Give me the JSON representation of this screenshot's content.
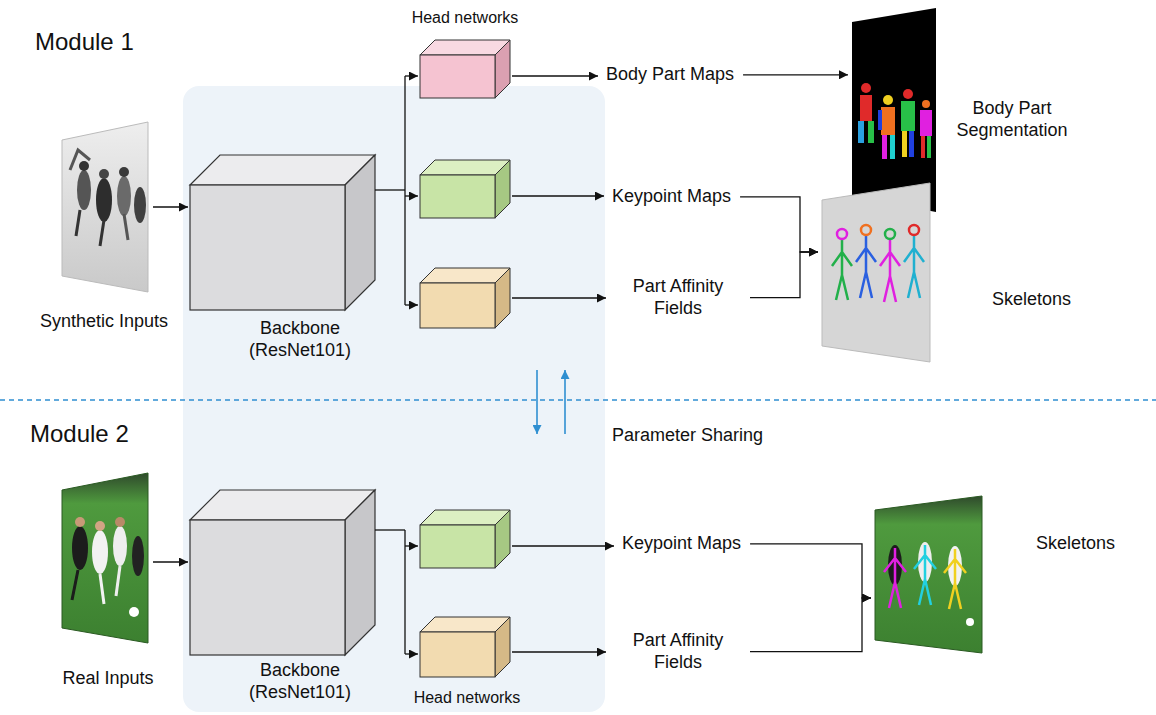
{
  "diagram": {
    "nodes": [
      {
        "text": [
          "Synthetic Inputs"
        ]
      },
      {
        "text": [
          "Backbone (ResNet101)"
        ]
      },
      {
        "text": [
          "Body Part Maps"
        ]
      },
      {
        "text": [
          "Body Part Segmentation"
        ]
      },
      {
        "text": [
          "Keypoint Maps"
        ]
      },
      {
        "text": [
          "Part Affinity Fields"
        ]
      },
      {
        "text": [
          "Skeletons"
        ]
      },
      {
        "text": [
          "Real Inputs"
        ]
      },
      {
        "text": [
          "Backbone (ResNet101)"
        ]
      },
      {
        "text": [
          "Keypoint Maps"
        ]
      },
      {
        "text": [
          "Part Affinity Fields"
        ]
      },
      {
        "text": [
          "Skeletons"
        ]
      }
    ],
    "edges": [
      {
        "from": 0,
        "to": 1,
        "arrow": "to"
      },
      {
        "from": 2,
        "to": 3,
        "arrow": "to"
      },
      {
        "from": 4,
        "to": 6,
        "arrow": "to"
      },
      {
        "from": 5,
        "to": 6,
        "arrow": "to"
      },
      {
        "from": 7,
        "to": 8,
        "arrow": "to"
      },
      {
        "from": 9,
        "to": 11,
        "arrow": "to"
      },
      {
        "from": 10,
        "to": 11,
        "arrow": "to"
      }
    ],
    "labels": [
      "Module 1",
      "Head networks",
      "Parameter Sharing",
      "Module 2",
      "Head networks"
    ]
  }
}
